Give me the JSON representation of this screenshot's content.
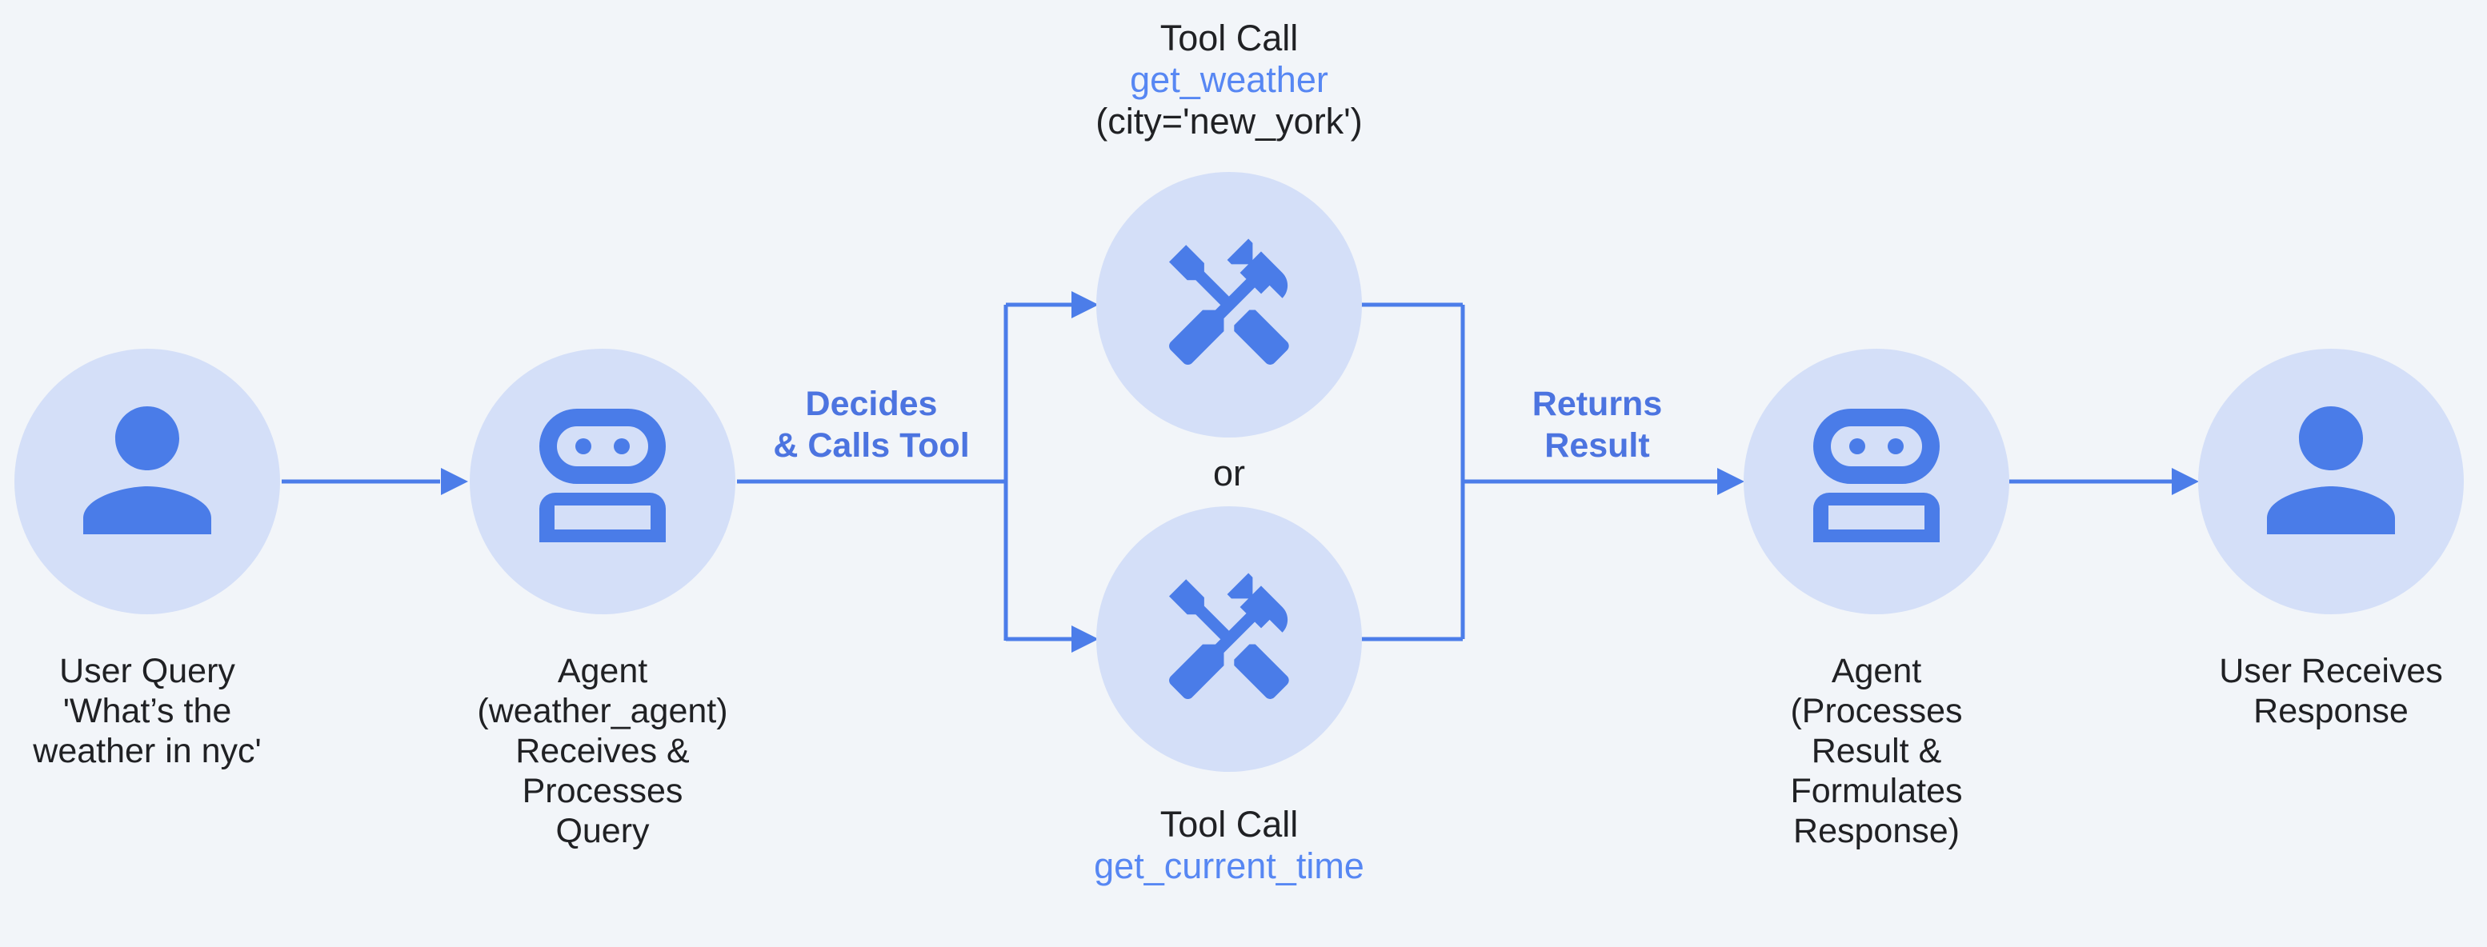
{
  "diagram": {
    "title": "agent tool-call flow",
    "colors": {
      "background": "#F2F5F9",
      "circle_fill": "#D4DFF8",
      "icon_blue": "#4A7CE8",
      "connector_blue": "#4C7DE9",
      "function_name_blue": "#5787F3",
      "edge_label_blue": "#4C74E0",
      "text_dark": "#202124"
    },
    "nodes": {
      "user_query": {
        "icon": "person-icon",
        "caption_lines": [
          "User Query",
          "'What’s the",
          "weather in nyc'"
        ]
      },
      "agent_1": {
        "icon": "robot-icon",
        "caption_lines": [
          "Agent",
          "(weather_agent)",
          "Receives &",
          "Processes",
          "Query"
        ]
      },
      "tool_weather": {
        "icon": "tools-icon",
        "label": {
          "title": "Tool Call",
          "function": "get_weather",
          "args": "(city='new_york')"
        }
      },
      "tool_time": {
        "icon": "tools-icon",
        "label": {
          "title": "Tool Call",
          "function": "get_current_time"
        }
      },
      "agent_2": {
        "icon": "robot-icon",
        "caption_lines": [
          "Agent",
          "(Processes",
          "Result &",
          "Formulates",
          "Response)"
        ]
      },
      "user_response": {
        "icon": "person-icon",
        "caption_lines": [
          "User Receives",
          "Response"
        ]
      }
    },
    "edge_labels": {
      "decides": {
        "line1": "Decides",
        "line2": "& Calls Tool"
      },
      "returns": {
        "line1": "Returns",
        "line2": "Result"
      },
      "or": "or"
    }
  }
}
